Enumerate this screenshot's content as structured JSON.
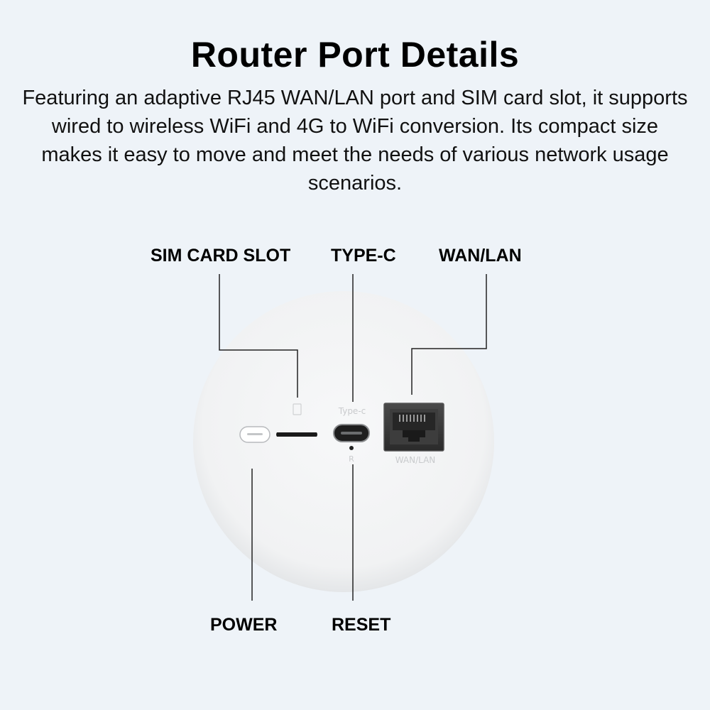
{
  "page": {
    "title": "Router Port Details",
    "description": "Featuring an adaptive RJ45 WAN/LAN port and SIM card slot, it supports wired to wireless WiFi and 4G to WiFi conversion. Its compact size makes it easy to move and meet the needs of various network usage scenarios."
  },
  "callouts": {
    "sim": "SIM CARD SLOT",
    "typec": "TYPE-C",
    "wan": "WAN/LAN",
    "power": "POWER",
    "reset": "RESET"
  },
  "device_labels": {
    "typec": "Type-c",
    "reset": "R",
    "wan": "WAN/LAN"
  },
  "colors": {
    "background": "#eef3f8",
    "device_body": "#f4f5f6",
    "callout_line": "#222222",
    "port_dark": "#3a3a3a",
    "label_grey": "#c9cbcd"
  }
}
